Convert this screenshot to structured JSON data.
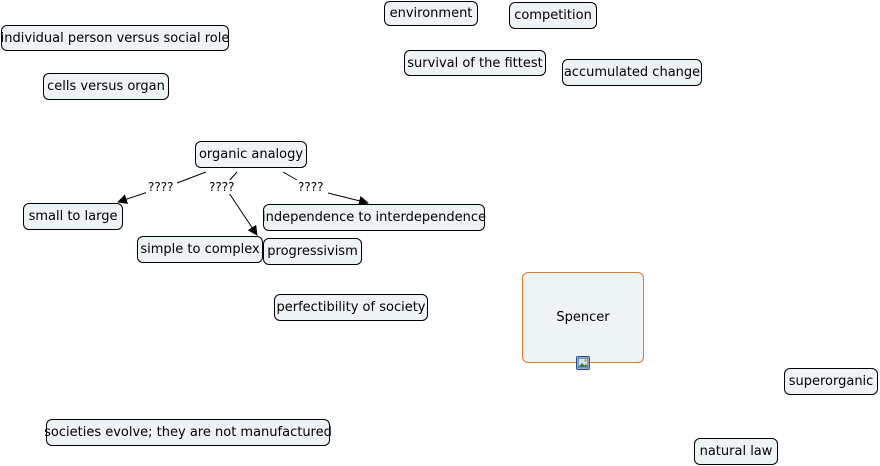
{
  "concept_map": {
    "nodes": {
      "environment": "environment",
      "competition": "competition",
      "individual": "individual person versus social role",
      "survival": "survival of the fittest",
      "accumulated": "accumulated change",
      "cells": "cells versus organ",
      "organic": "organic analogy",
      "small_large": "small to large",
      "independence": "independence to interdependence",
      "simple_complex": "simple to complex",
      "progressivism": "progressivism",
      "perfectibility": "perfectibility of society",
      "spencer": "Spencer",
      "superorganic": "superorganic",
      "societies": "societies evolve; they are not manufactured",
      "natural_law": "natural law"
    },
    "link_labels": {
      "to_small": "????",
      "to_simple": "????",
      "to_independence": "????"
    },
    "icons": {
      "spencer_image": "image-icon"
    },
    "colors": {
      "node_fill": "#eef3f5",
      "node_border": "#000000",
      "focus_border": "#e07a2a",
      "icon_border": "#1f4f9c"
    }
  }
}
